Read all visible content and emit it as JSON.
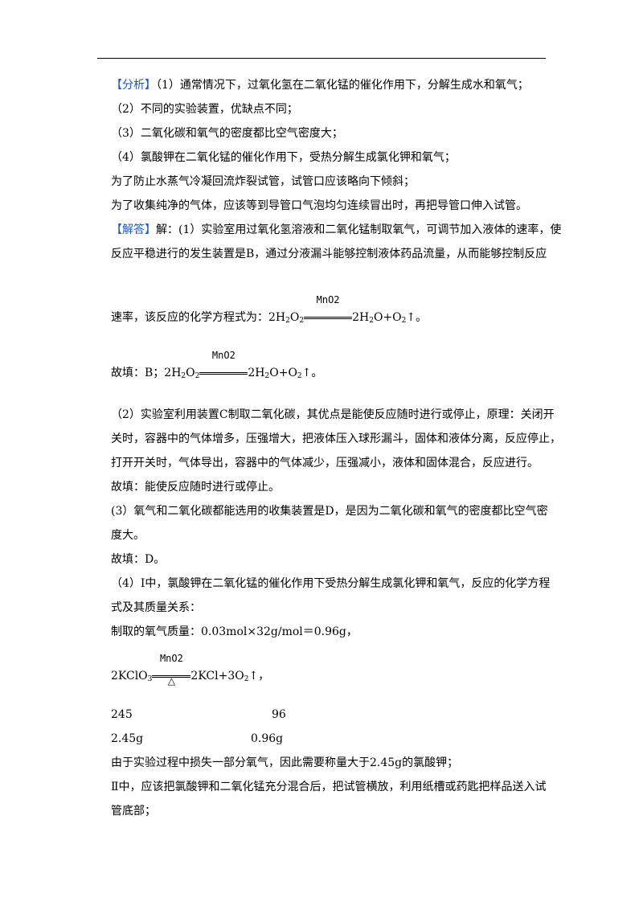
{
  "analysis": {
    "tag": "【分析】",
    "lines": [
      "（1）通常情况下，过氧化氢在二氧化锰的催化作用下，分解生成水和氧气；",
      "（2）不同的实验装置，优缺点不同；",
      "（3）二氧化碳和氧气的密度都比空气密度大；",
      "（4）氯酸钾在二氧化锰的催化作用下，受热分解生成氯化钾和氧气；",
      "为了防止水蒸气冷凝回流炸裂试管，试管口应该略向下倾斜；",
      "为了收集纯净的气体，应该等到导管口气泡均匀连续冒出时，再把导管口伸入试管。"
    ]
  },
  "answer": {
    "tag": "【解答】",
    "l1_rest": "解：(1）实验室用过氧化氢溶液和二氧化锰制取氧气，可调节加入液体的速率，使",
    "l2": "反应平稳进行的发生装置是B，通过分液漏斗能够控制液体药品流量，从而能够控制反应",
    "rate_prefix": "速率，该反应的化学方程式为：",
    "fill1_prefix": "故填：B；",
    "p2": [
      "（2）实验室利用装置C制取二氧化碳，其优点是能使反应随时进行或停止，原理：关闭开",
      "关时，容器中的气体增多，压强增大，把液体压入球形漏斗，固体和液体分离，反应停止，",
      "打开开关时，气体导出，容器中的气体减少，压强减小，液体和固体混合，反应进行。",
      "故填：能使反应随时进行或停止。"
    ],
    "p3": [
      "(3）氧气和二氧化碳都能选用的收集装置是D，是因为二氧化碳和氧气的密度都比空气密",
      "度大。",
      "故填：D。"
    ],
    "p4": [
      "（4）Ⅰ中，氯酸钾在二氧化锰的催化作用下受热分解生成氯化钾和氧气，反应的化学方程",
      "式及其质量关系：",
      "制取的氧气质量：0.03mol×32g/mol＝0.96g，"
    ],
    "mass_row1": [
      "245",
      "96"
    ],
    "mass_row2": [
      "2.45g",
      "0.96g"
    ],
    "tail": [
      "由于实验过程中损失一部分氧气，因此需要称量大于2.45g的氯酸钾；",
      "Ⅱ中，应该把氯酸钾和二氧化锰充分混合后，把试管横放，利用纸槽或药匙把样品送入试",
      "管底部；"
    ]
  },
  "equation": {
    "catalyst": "MnO2",
    "heat": "△",
    "h2o2_coef": "2H",
    "h2o2_sub1": "2",
    "h2o2_o": "O",
    "h2o2_sub2": "2",
    "h2o2_products_a": "2H",
    "h2o2_products_sub": "2",
    "h2o2_products_b": "O+O",
    "h2o2_products_sub2": "2",
    "arrow_end": "↑。",
    "kclo3_left": "2KClO",
    "kclo3_sub": "3",
    "kclo3_right_a": "2KCl+3O",
    "kclo3_right_sub": "2",
    "kclo3_end": "↑，"
  }
}
